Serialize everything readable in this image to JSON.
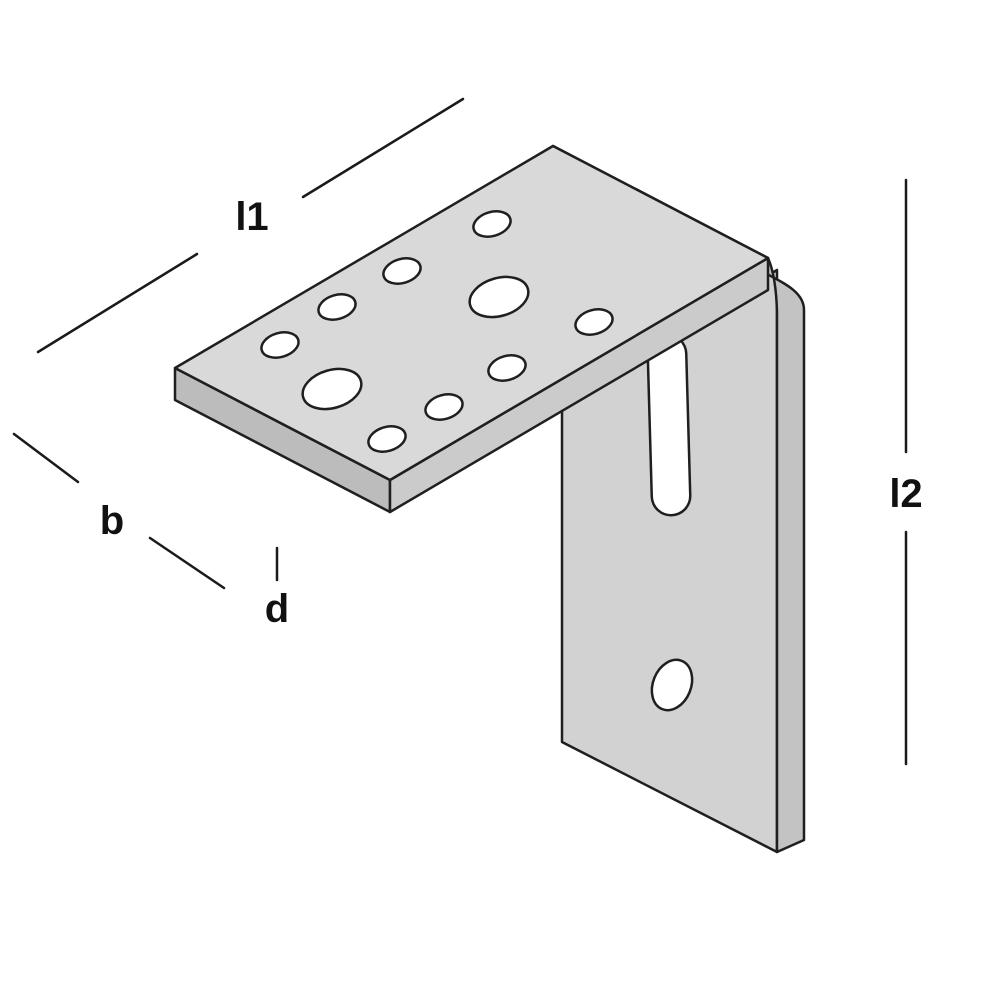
{
  "diagram": {
    "labels": {
      "l1": "l1",
      "b": "b",
      "d": "d",
      "l2": "l2"
    },
    "colors": {
      "background": "#ffffff",
      "outline": "#1f1f1f",
      "plate_top": "#d9d9d9",
      "plate_left_side": "#bcbcbc",
      "plate_front_side": "#cbcbcb",
      "leg_face": "#d2d2d2",
      "leg_side_bend": "#c3c3c3",
      "hole": "#ffffff"
    }
  }
}
